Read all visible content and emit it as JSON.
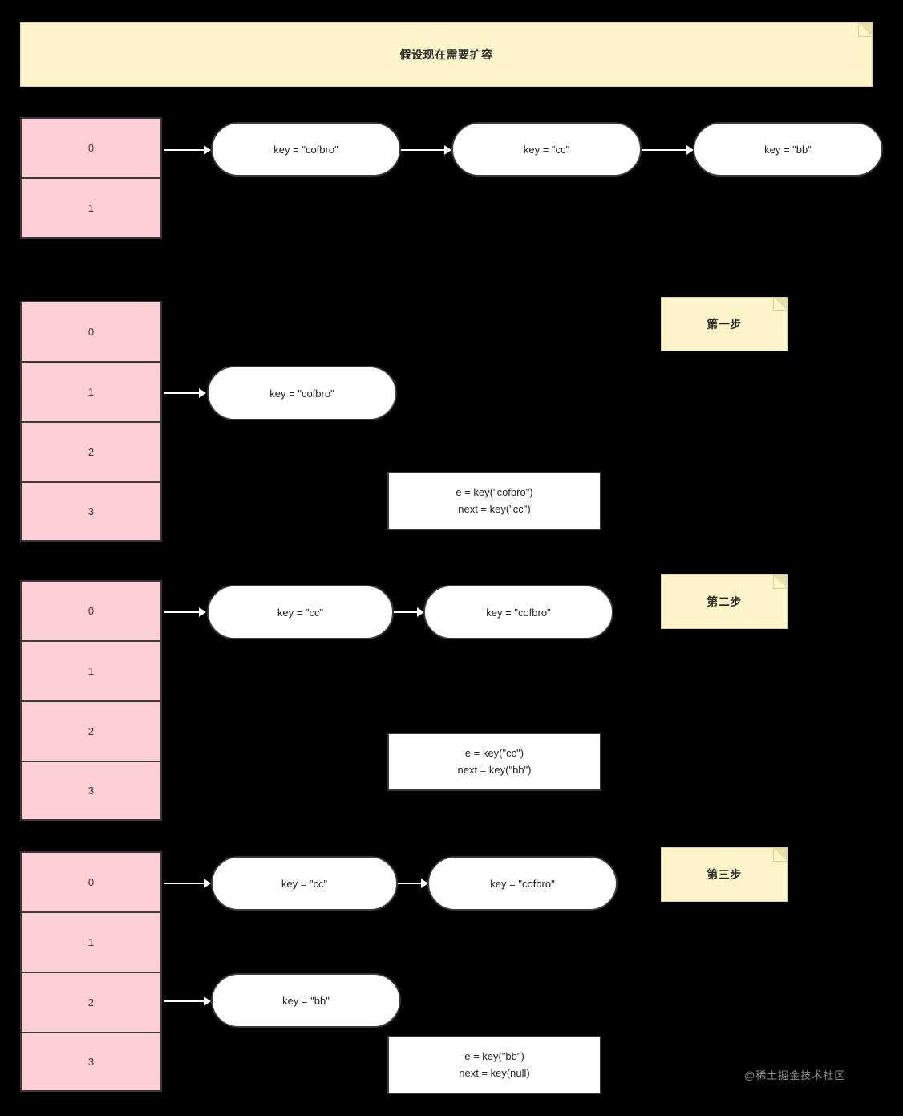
{
  "title_note": {
    "text": "假设现在需要扩容"
  },
  "step_notes": [
    {
      "text": "第一步"
    },
    {
      "text": "第二步"
    },
    {
      "text": "第三步"
    }
  ],
  "tables": [
    {
      "name": "initial-bucket-table",
      "rows": [
        "0",
        "1"
      ]
    },
    {
      "name": "step1-bucket-table",
      "rows": [
        "0",
        "1",
        "2",
        "3"
      ]
    },
    {
      "name": "step2-bucket-table",
      "rows": [
        "0",
        "1",
        "2",
        "3"
      ]
    },
    {
      "name": "step3-bucket-table",
      "rows": [
        "0",
        "1",
        "2",
        "3"
      ]
    }
  ],
  "nodes": {
    "initial": [
      {
        "label": "key = \"cofbro\""
      },
      {
        "label": "key = \"cc\""
      },
      {
        "label": "key = \"bb\""
      }
    ],
    "step1": [
      {
        "label": "key = \"cofbro\""
      }
    ],
    "step2": [
      {
        "label": "key = \"cc\""
      },
      {
        "label": "key = \"cofbro\""
      }
    ],
    "step3": [
      {
        "label": "key = \"cc\""
      },
      {
        "label": "key = \"cofbro\""
      },
      {
        "label": "key = \"bb\""
      }
    ]
  },
  "infoboxes": [
    {
      "line1": "e = key(\"cofbro\")",
      "line2": "next = key(\"cc\")"
    },
    {
      "line1": "e = key(\"cc\")",
      "line2": "next = key(\"bb\")"
    },
    {
      "line1": "e = key(\"bb\")",
      "line2": "next = key(null)"
    }
  ],
  "watermark": {
    "text": "@稀土掘金技术社区"
  },
  "colors": {
    "note_bg": "#fdf5c9",
    "table_bg": "#ffcfd6",
    "node_bg": "#ffffff",
    "stroke": "#3a3a3a",
    "canvas_bg": "#000000"
  }
}
